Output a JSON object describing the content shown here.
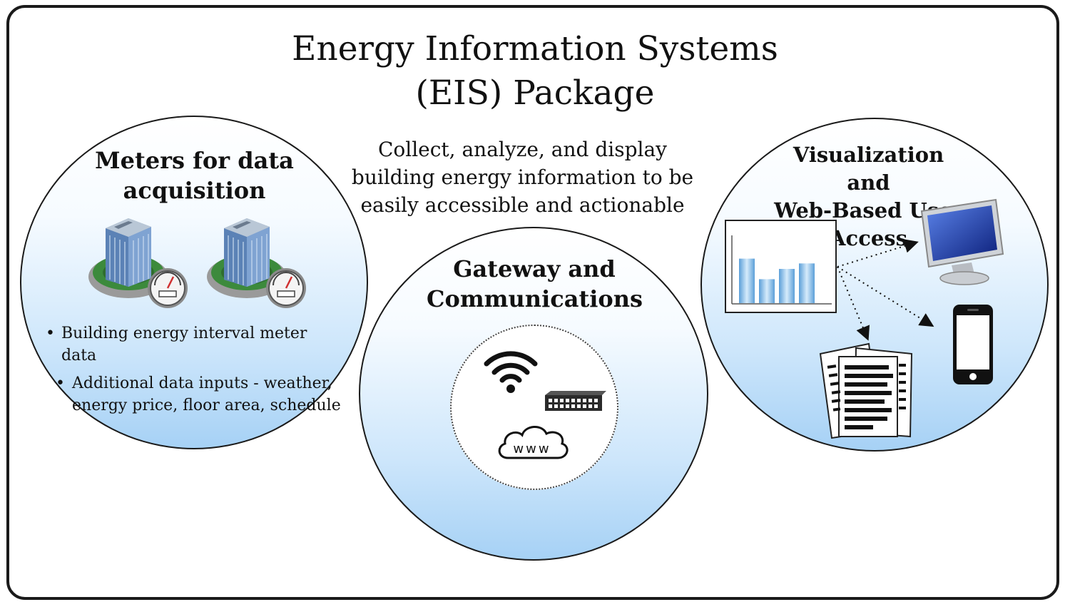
{
  "title": {
    "line1": "Energy Information Systems",
    "line2": "(EIS) Package"
  },
  "subtitle": {
    "line1": "Collect, analyze, and display",
    "line2": "building energy information to be",
    "line3": "easily accessible and actionable"
  },
  "meters": {
    "heading_line1": "Meters for data",
    "heading_line2": "acquisition",
    "bullets": [
      "Building energy interval meter data",
      "Additional data inputs - weather,",
      "energy price, floor area, schedule"
    ],
    "bullet_char": "•",
    "icons": [
      "building-icon",
      "meter-gauge-icon"
    ]
  },
  "gateway": {
    "heading_line1": "Gateway and",
    "heading_line2": "Communications",
    "cloud_text": "www",
    "icons": [
      "wifi-icon",
      "network-switch-icon",
      "cloud-icon"
    ]
  },
  "visualization": {
    "heading_line1": "Visualization and",
    "heading_line2": "Web-Based User",
    "heading_line3": "Access",
    "bar_chart_levels": [
      0.65,
      0.35,
      0.5,
      0.58
    ],
    "icons": [
      "bar-chart-icon",
      "monitor-icon",
      "smartphone-icon",
      "documents-icon"
    ]
  },
  "colors": {
    "circle_fill_top": "#ffffff",
    "circle_fill_bottom": "#a6d1f5",
    "bar_blue": "#5b9fd8",
    "screen_blue": "#1f3fb4",
    "lawn_green": "#3c8a3c",
    "outline": "#1a1a1a"
  }
}
